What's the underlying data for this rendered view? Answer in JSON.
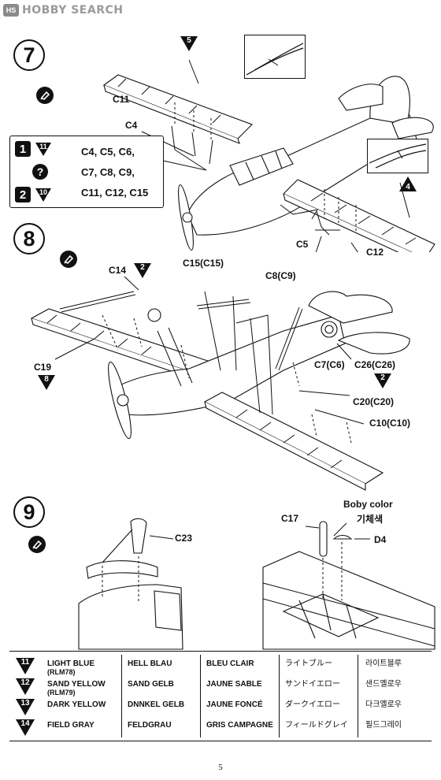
{
  "watermark": {
    "logo": "HS",
    "text": "HOBBY SEARCH"
  },
  "steps": [
    {
      "number": "7"
    },
    {
      "number": "8"
    },
    {
      "number": "9"
    }
  ],
  "step7": {
    "callouts": [
      "C11",
      "C4",
      "C5",
      "C12"
    ],
    "triangle_5": "5",
    "triangle_4": "4",
    "box": {
      "row1_badge": "1",
      "row1_color": "11",
      "row2_badge": "?",
      "row3_badge": "2",
      "row3_color": "10",
      "line1": "C4,  C5,  C6,",
      "line2": "C7,  C8,  C9,",
      "line3": "C11,  C12,  C15"
    }
  },
  "step8": {
    "c14": "C14",
    "c14_tri": "2",
    "c15": "C15(C15)",
    "c8": "C8(C9)",
    "c19": "C19",
    "c19_tri": "8",
    "c7": "C7(C6)",
    "c26": "C26(C26)",
    "c26_tri": "2",
    "c20": "C20(C20)",
    "c10": "C10(C10)"
  },
  "step9": {
    "c23": "C23",
    "c17": "C17",
    "body_color_en": "Boby color",
    "body_color_kr": "기체색",
    "d4": "D4"
  },
  "colors": [
    {
      "num": "11",
      "en": "LIGHT BLUE",
      "en_sub": "(RLM78)",
      "de": "HELL BLAU",
      "fr": "BLEU CLAIR",
      "jp": "ライトブルー",
      "kr": "라이트블루"
    },
    {
      "num": "12",
      "en": "SAND YELLOW",
      "en_sub": "(RLM79)",
      "de": "SAND GELB",
      "fr": "JAUNE SABLE",
      "jp": "サンドイエロー",
      "kr": "샌드옐로우"
    },
    {
      "num": "13",
      "en": "DARK YELLOW",
      "en_sub": "",
      "de": "DNNKEL GELB",
      "fr": "JAUNE FONCÉ",
      "jp": "ダークイエロー",
      "kr": "다크옐로우"
    },
    {
      "num": "14",
      "en": "FIELD GRAY",
      "en_sub": "",
      "de": "FELDGRAU",
      "fr": "GRIS CAMPAGNE",
      "jp": "フィールドグレイ",
      "kr": "필드그레이"
    }
  ],
  "page_number": "5"
}
